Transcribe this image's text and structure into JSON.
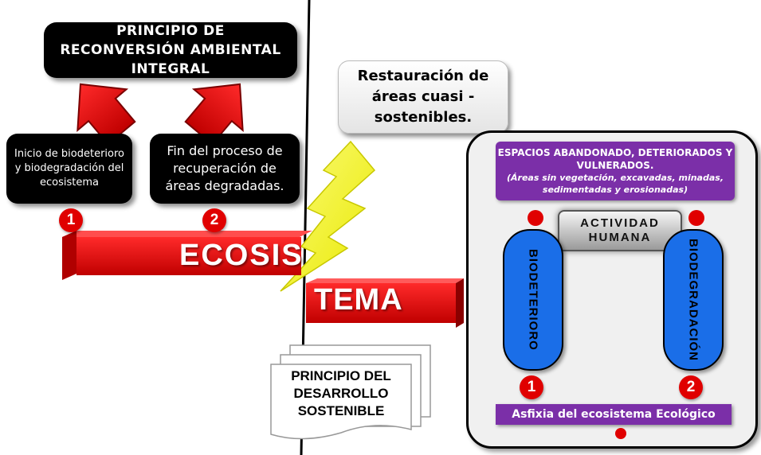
{
  "left": {
    "title": "PRINCIPIO DE RECONVERSIÓN AMBIENTAL INTEGRAL",
    "box1": "Inicio de biodeterioro y biodegradación del ecosistema",
    "box2": "Fin del proceso de recuperación de áreas degradadas.",
    "num1": "1",
    "num2": "2"
  },
  "center": {
    "banner1": "ECOSIS",
    "banner2": "TEMA",
    "restoration": "Restauración de áreas cuasi - sostenibles.",
    "sustainable": "PRINCIPIO DEL DESARROLLO SOSTENIBLE"
  },
  "right": {
    "spaces_title": "ESPACIOS ABANDONADO, DETERIORADOS Y VULNERADOS.",
    "spaces_detail": "(Áreas sin vegetación, excavadas, minadas, sedimentadas y erosionadas)",
    "human": "ACTIVIDAD HUMANA",
    "left_pill": "BIODETERIORO",
    "right_pill": "BIODEGRADACIÓN",
    "num1": "1",
    "num2": "2",
    "bottom": "Asfixia del ecosistema Ecológico"
  },
  "colors": {
    "red": "#e00000",
    "purple": "#7b2fa8",
    "blue": "#1a6ee8",
    "lightning": "#f4f416"
  },
  "icons": [
    "red-arrow-icon",
    "lightning-bolt-icon"
  ]
}
